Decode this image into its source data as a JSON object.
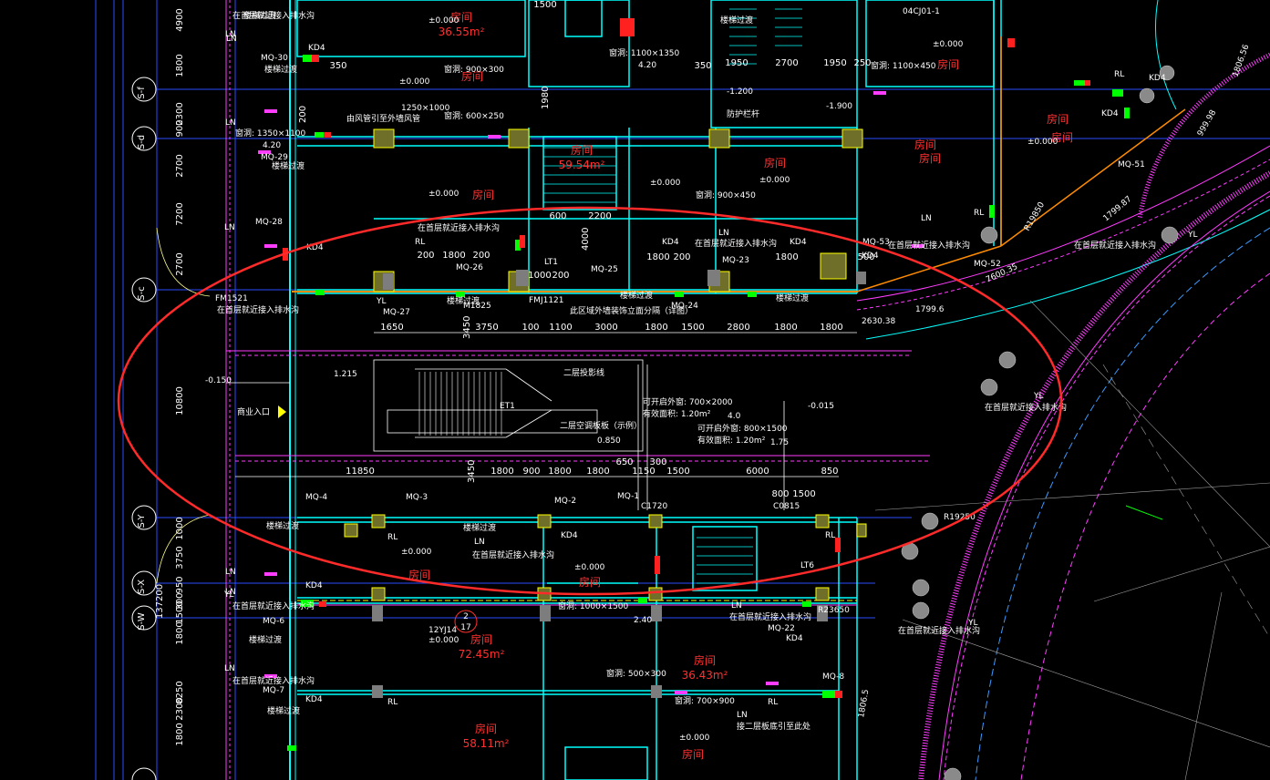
{
  "drawing": {
    "background": "#000000",
    "colors": {
      "wall": "#00ffff",
      "grid": "#2a4bff",
      "axis": "#3c78ff",
      "magenta": "#ff3cff",
      "yellow": "#ffff00",
      "green": "#00ff00",
      "red": "#ff2020",
      "orange": "#ff8c00",
      "white": "#ffffff",
      "gray": "#a0a0a0",
      "annotation": "#ff2a2a"
    },
    "grid_axes_left": [
      {
        "id": "S-f"
      },
      {
        "id": "S-d"
      },
      {
        "id": "S-c"
      },
      {
        "id": "S-Y"
      },
      {
        "id": "S-X"
      },
      {
        "id": "S-W"
      }
    ],
    "vertical_dims": [
      "4900",
      "1800",
      "2300",
      "900",
      "2700",
      "7200",
      "2700",
      "10800",
      "1000",
      "3750",
      "950",
      "300",
      "1500",
      "1800",
      "8250",
      "2300",
      "1800",
      "137200"
    ],
    "upper_dims": [
      "1650",
      "3750",
      "100",
      "1100",
      "3000",
      "1800",
      "1500",
      "2800",
      "1800",
      "1800",
      "3450"
    ],
    "middle_dims": [
      "11850",
      "1800",
      "900",
      "1800",
      "1800",
      "1150",
      "1500",
      "6000",
      "850",
      "650",
      "300",
      "800",
      "1500",
      "3450"
    ],
    "top_inner_dims": [
      "1500",
      "350",
      "1950",
      "2700",
      "1950",
      "250",
      "350",
      "200",
      "1980",
      "4000",
      "600",
      "2200",
      "200",
      "1800",
      "200",
      "1000",
      "200",
      "1800",
      "200",
      "1800",
      "500"
    ],
    "room_name": "房间",
    "rooms": [
      {
        "area": "36.55m²"
      },
      {
        "area": "59.54m²"
      },
      {
        "area": "72.45m²"
      },
      {
        "area": "36.43m²"
      },
      {
        "area": "58.11m²"
      }
    ],
    "elevations": [
      "±0.000",
      "±0.000",
      "±0.000",
      "±0.000",
      "±0.000",
      "±0.000",
      "±0.000",
      "±0.000",
      "±0.000",
      "±0.000",
      "±0.000",
      "-0.150",
      "-0.015",
      "-1.200",
      "-1.900"
    ],
    "curtain_walls": [
      "MQ-30",
      "MQ-29",
      "MQ-28",
      "MQ-27",
      "MQ-26",
      "MQ-25",
      "MQ-24",
      "MQ-23",
      "MQ-53",
      "MQ-52",
      "MQ-51",
      "MQ-4",
      "MQ-3",
      "MQ-2",
      "MQ-1",
      "MQ-6",
      "MQ-7",
      "MQ-8",
      "MQ-22"
    ],
    "tags": [
      "LN",
      "KD4",
      "RL",
      "YL",
      "FM1521",
      "FMJ1121",
      "M1825",
      "C0815",
      "C1720",
      "LT1",
      "LT6"
    ],
    "texts": {
      "rain_pipe": "在首层就近接入排水沟",
      "transition": "楼梯过渡",
      "two_floor_line": "二层投影线",
      "stair_label": "二层空调板板（示例）",
      "escalator": "ET1",
      "entrance": "商业入口",
      "ref_code": "12YJ14",
      "detail_num": "2",
      "detail_den": "17",
      "std_code": "04CJ01-1",
      "dim_opening_1": "可开启外窗: 700×2000",
      "dim_opening_2": "可开启外窗: 800×1500",
      "area_1": "有效面积: 1.20m²",
      "area_2": "有效面积: 1.20m²",
      "hole_size": "1250×1000",
      "window_a": "窗洞: 900×300",
      "window_b": "窗洞: 600×250",
      "window_c": "窗洞: 1350×1100",
      "window_d": "窗洞: 1100×1350",
      "window_e": "窗洞: 1100×450",
      "window_f": "窗洞: 900×450",
      "window_g": "窗洞: 500×300",
      "window_h": "窗洞: 700×900",
      "window_i": "窗洞: 1000×1500",
      "stair_rail": "防护栏杆",
      "note_top": "由风管引至外墙风管",
      "note_mid": "此区域外墙装饰立面分隔（详图）",
      "note_low": "接二层板底引至此处",
      "radius_1": "R19850",
      "radius_2": "R19250",
      "radius_3": "R23650",
      "dist_1": "7600.35",
      "dist_2": "1799.87",
      "dist_3": "1799.6",
      "dist_4": "2630.38",
      "dist_5": "1806.56",
      "dist_6": "999.98",
      "dist_7": "1806.5",
      "level_1": "4.20",
      "level_2": "4.20",
      "level_3": "4.0",
      "level_4": "2.40",
      "level_5": "1.75",
      "level_6": "0.850",
      "floor_level": "1.215"
    },
    "annotation": {
      "shape": "ellipse",
      "color": "#ff2a2a"
    }
  }
}
